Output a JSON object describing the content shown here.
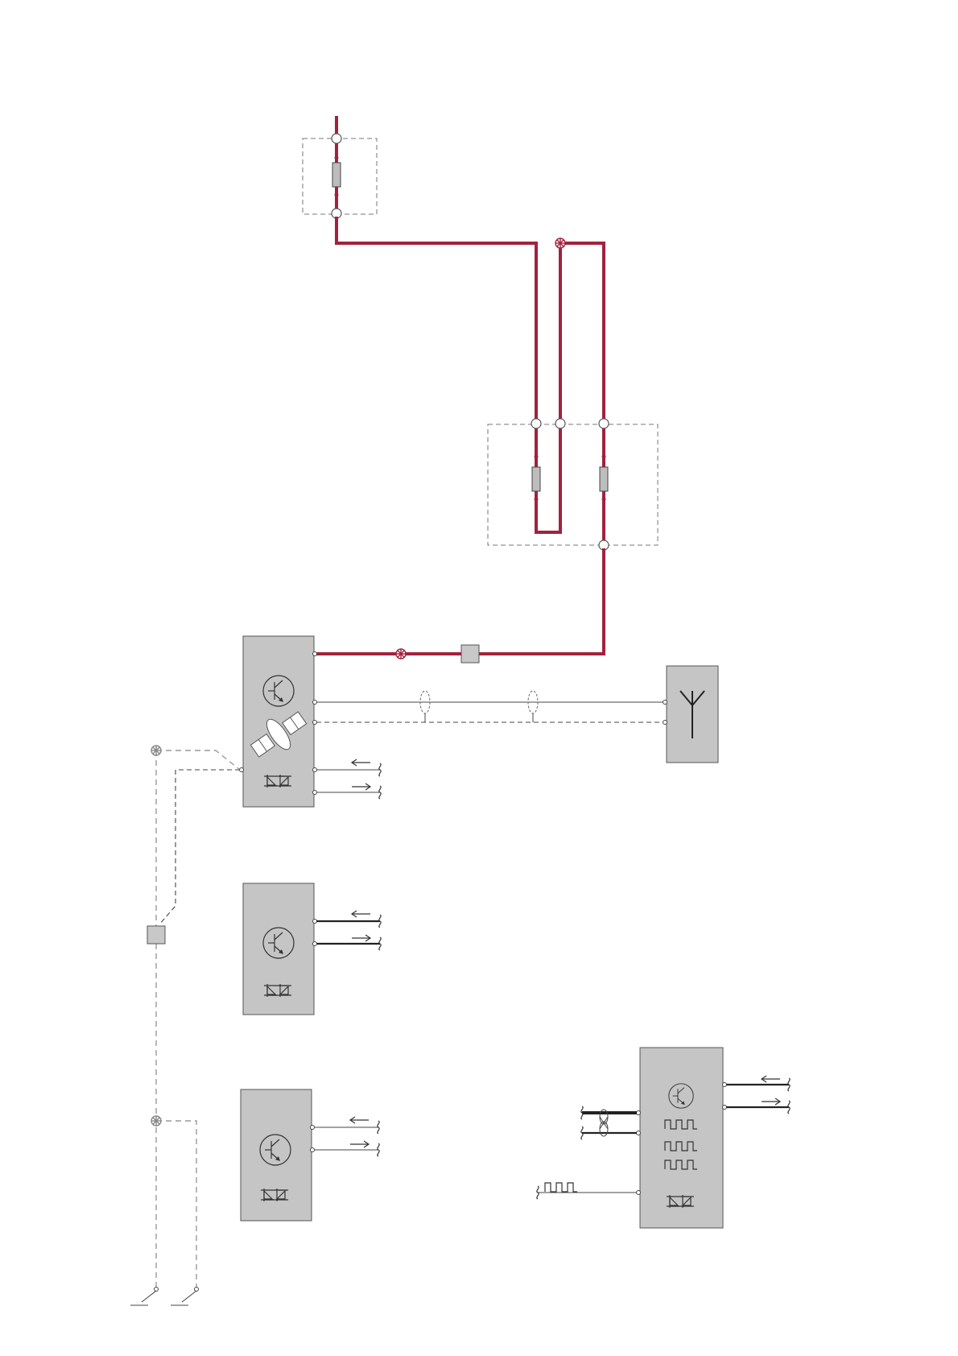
{
  "colors": {
    "power_wire": "#a3213e",
    "module_fill": "#c5c5c5",
    "background": "#ffffff"
  },
  "components": {
    "fuse_box_top": {
      "fuses": 1
    },
    "fuse_box_middle": {
      "fuses": 2
    },
    "module_gps": {
      "icons": [
        "transistor-icon",
        "satellite-icon",
        "diode-pair-icon"
      ]
    },
    "module_2": {
      "icons": [
        "transistor-icon",
        "diode-pair-icon"
      ]
    },
    "module_3": {
      "icons": [
        "transistor-icon",
        "diode-pair-icon"
      ]
    },
    "module_4": {
      "icons": [
        "transistor-icon",
        "square-wave-icon",
        "square-wave-icon",
        "square-wave-icon",
        "diode-pair-icon"
      ]
    },
    "antenna": {
      "icons": [
        "antenna-icon"
      ]
    },
    "switches": 2
  }
}
